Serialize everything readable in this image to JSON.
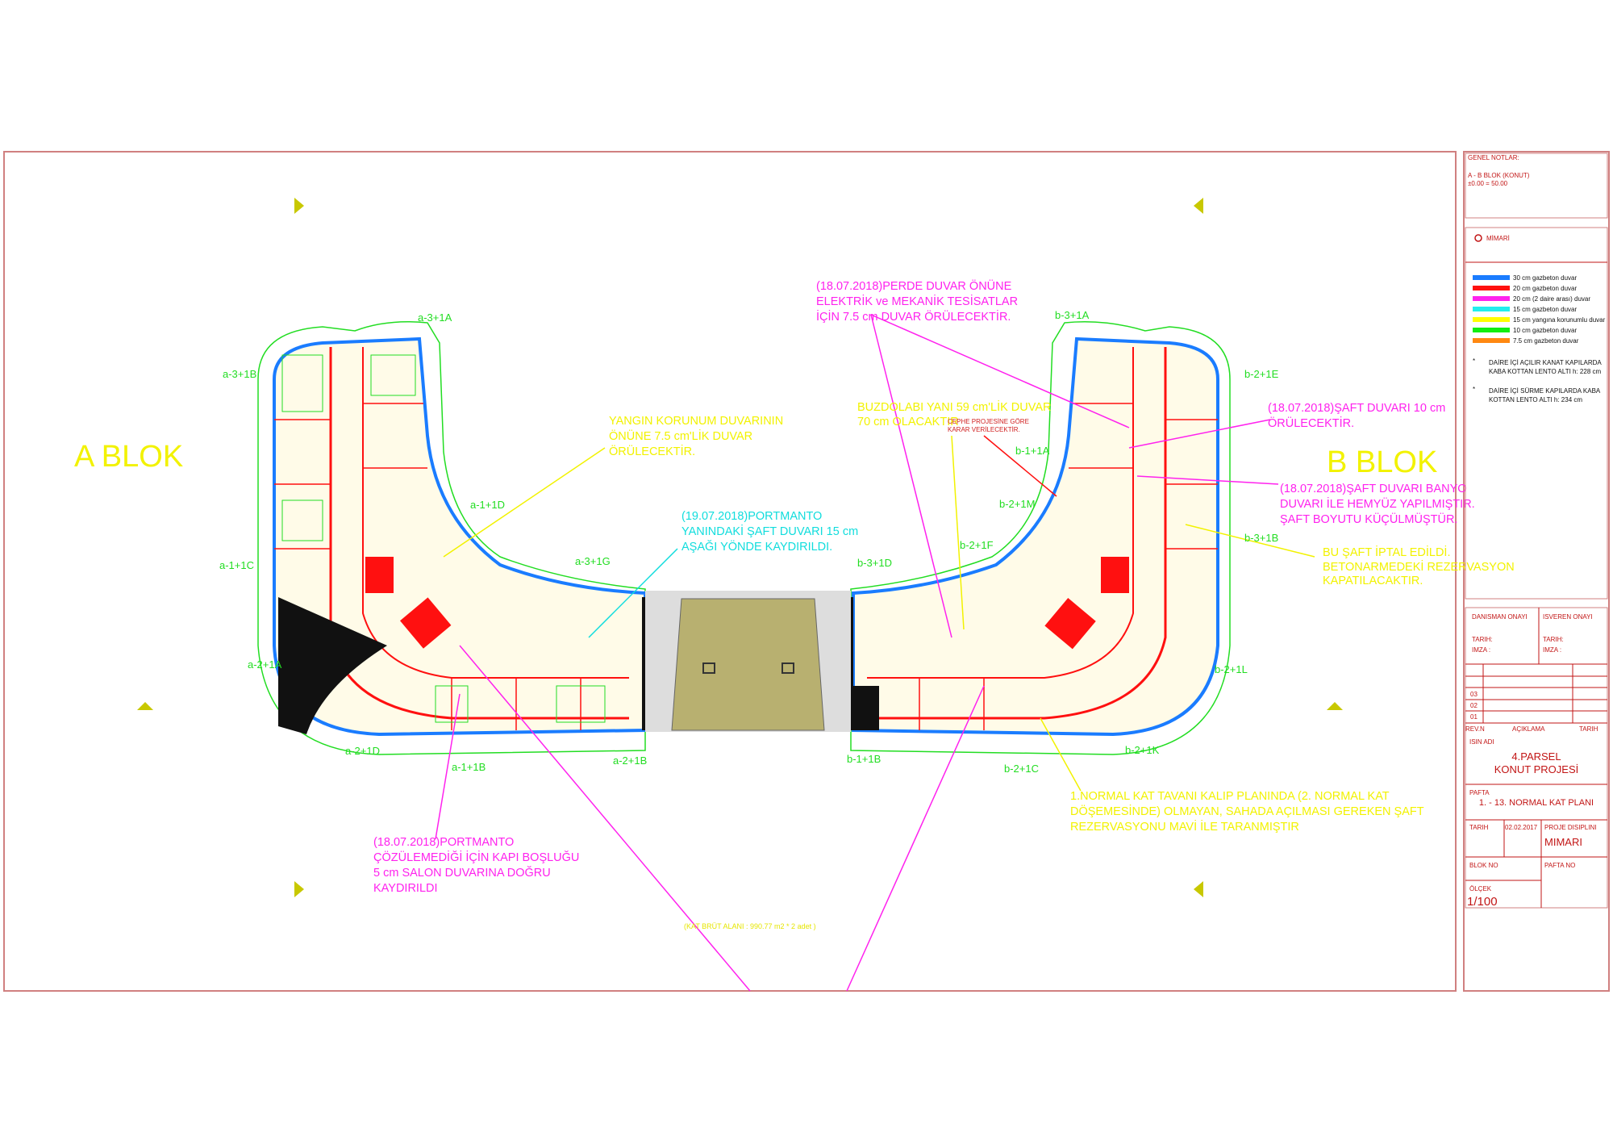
{
  "blocks": {
    "a": "A BLOK",
    "b": "B BLOK"
  },
  "unit_labels": [
    "a-3+1A",
    "a-3+1B",
    "a-1+1D",
    "a-1+1C",
    "a-3+1G",
    "a-2+1A",
    "a-2+1D",
    "a-1+1B",
    "a-2+1B",
    "b-3+1A",
    "b-2+1E",
    "b-1+1A",
    "b-2+1M",
    "b-2+1F",
    "b-3+1D",
    "b-3+1B",
    "b-2+1L",
    "b-1+1B",
    "b-2+1C",
    "b-2+1K"
  ],
  "annotations": {
    "perde": [
      "(18.07.2018)PERDE DUVAR ÖNÜNE",
      "ELEKTRİK ve MEKANİK TESİSATLAR",
      "İÇİN  7.5 cm DUVAR ÖRÜLECEKTİR."
    ],
    "yangin": [
      "YANGIN KORUNUM DUVARININ",
      "ÖNÜNE 7.5 cm'LİK DUVAR",
      "ÖRÜLECEKTİR."
    ],
    "portmanto_19": [
      "(19.07.2018)PORTMANTO",
      "YANINDAKİ ŞAFT DUVARI 15 cm",
      "AŞAĞI YÖNDE KAYDIRILDI."
    ],
    "buzdolabi": [
      "BUZDOLABI YANI 59 cm'LİK DUVAR",
      "70 cm OLACAKTIR"
    ],
    "cephe": [
      "CEPHE PROJESİNE GÖRE",
      "KARAR VERİLECEKTİR."
    ],
    "saft_10": [
      "(18.07.2018)ŞAFT DUVARI 10 cm",
      "ÖRÜLECEKTİR."
    ],
    "saft_banyo": [
      "(18.07.2018)ŞAFT DUVARI BANYO",
      "DUVARI İLE HEMYÜZ YAPILMIŞTIR.",
      "ŞAFT BOYUTU KÜÇÜLMÜŞTÜR."
    ],
    "saft_iptal": [
      "BU ŞAFT İPTAL EDİLDİ.",
      "BETONARMEDEKİ REZERVASYON",
      "KAPATILACAKTIR."
    ],
    "portmanto_18": [
      "(18.07.2018)PORTMANTO",
      "ÇÖZÜLEMEDİĞİ İÇİN KAPI BOŞLUĞU",
      "5 cm SALON DUVARINA DOĞRU",
      "KAYDIRILDI"
    ],
    "normal_kat": [
      "1.NORMAL KAT TAVANI KALIP PLANINDA (2. NORMAL  KAT",
      "DÖŞEMESİNDE) OLMAYAN, SAHADA AÇILMASI GEREKEN ŞAFT",
      "REZERVASYONU MAVİ İLE TARANMIŞTIR"
    ],
    "brut_alan": "(KAT BRÜT ALANI : 990.77 m2 * 2 adet )"
  },
  "title_block": {
    "genel_notlar": "GENEL NOTLAR:",
    "blok_title": "A - B BLOK (KONUT)",
    "kot": "±0.00 = 50.00",
    "mimari_head": "MİMARİ",
    "legend": [
      {
        "label": "30 cm gazbeton duvar",
        "color": "#1a7cff"
      },
      {
        "label": "20 cm gazbeton duvar",
        "color": "#ff1010"
      },
      {
        "label": "20 cm (2 daire arası) duvar",
        "color": "#ff22ee"
      },
      {
        "label": "15 cm gazbeton duvar",
        "color": "#22eeee"
      },
      {
        "label": "15 cm yangına korunumlu duvar",
        "color": "#ffff00"
      },
      {
        "label": "10 cm gazbeton duvar",
        "color": "#11ee11"
      },
      {
        "label": "7.5 cm gazbeton duvar",
        "color": "#ff8811"
      }
    ],
    "notes": [
      [
        "DAİRE İÇİ AÇILIR KANAT KAPILARDA",
        "KABA KOTTAN LENTO ALTI h: 228 cm"
      ],
      [
        "DAİRE İÇİ SÜRME KAPILARDA KABA",
        "KOTTAN LENTO ALTI h: 234 cm"
      ]
    ],
    "bullet": "*",
    "danisman": "DANISMAN ONAYI",
    "isveren": "ISVEREN ONAYI",
    "tarih_label": "TARIH:",
    "imza_label": "IMZA :",
    "rev": [
      "03",
      "02",
      "01"
    ],
    "rev_n": "REV.N",
    "aciklama": "AÇIKLAMA",
    "tarih": "TARIH",
    "isin_adi": "ISIN ADI",
    "project": [
      "4.PARSEL",
      "KONUT PROJESİ"
    ],
    "pafta": "PAFTA",
    "pafta_name": "1. - 13. NORMAL KAT PLANI",
    "date": "02.02.2017",
    "proje_disiplini": "PROJE DISIPLINI",
    "discipline": "MIMARI",
    "blok_no": "BLOK NO",
    "pafta_no": "PAFTA NO",
    "olcek": "ÖLÇEK",
    "scale": "1/100"
  }
}
